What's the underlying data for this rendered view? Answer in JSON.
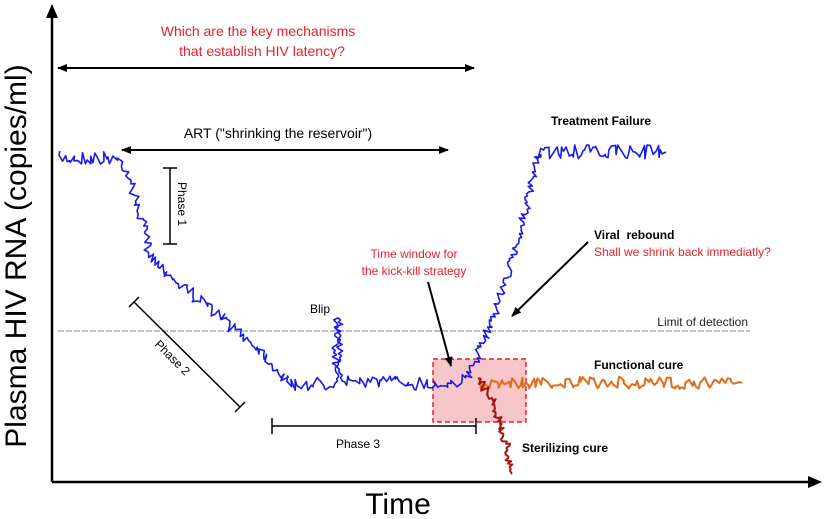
{
  "axes": {
    "y_label": "Plasma HIV RNA (copies/ml)",
    "x_label": "Time"
  },
  "question": {
    "line1": "Which are the key mechanisms",
    "line2": "that establish HIV latency?"
  },
  "art_label": "ART   (\"shrinking the reservoir\")",
  "phases": {
    "phase1": "Phase 1",
    "phase2": "Phase 2",
    "phase3": "Phase 3"
  },
  "blip_label": "Blip",
  "limit_label": "Limit of detection",
  "time_window": {
    "line1": "Time window for",
    "line2": "the kick-kill strategy"
  },
  "outcomes": {
    "treatment_failure": "Treatment Failure",
    "viral_rebound": "Viral  rebound",
    "rebound_question": "Shall we shrink back immediatly?",
    "functional_cure": "Functional cure",
    "sterilizing_cure": "Sterilizing cure"
  },
  "colors": {
    "viral_load": "#1a1ae6",
    "functional_cure": "#e06c1a",
    "sterilizing_cure": "#a01515",
    "highlight_text": "#e8202a",
    "window_fill": "#f7c6c8",
    "window_stroke": "#e8202a",
    "limit_line": "#999999",
    "axis": "#000000"
  }
}
